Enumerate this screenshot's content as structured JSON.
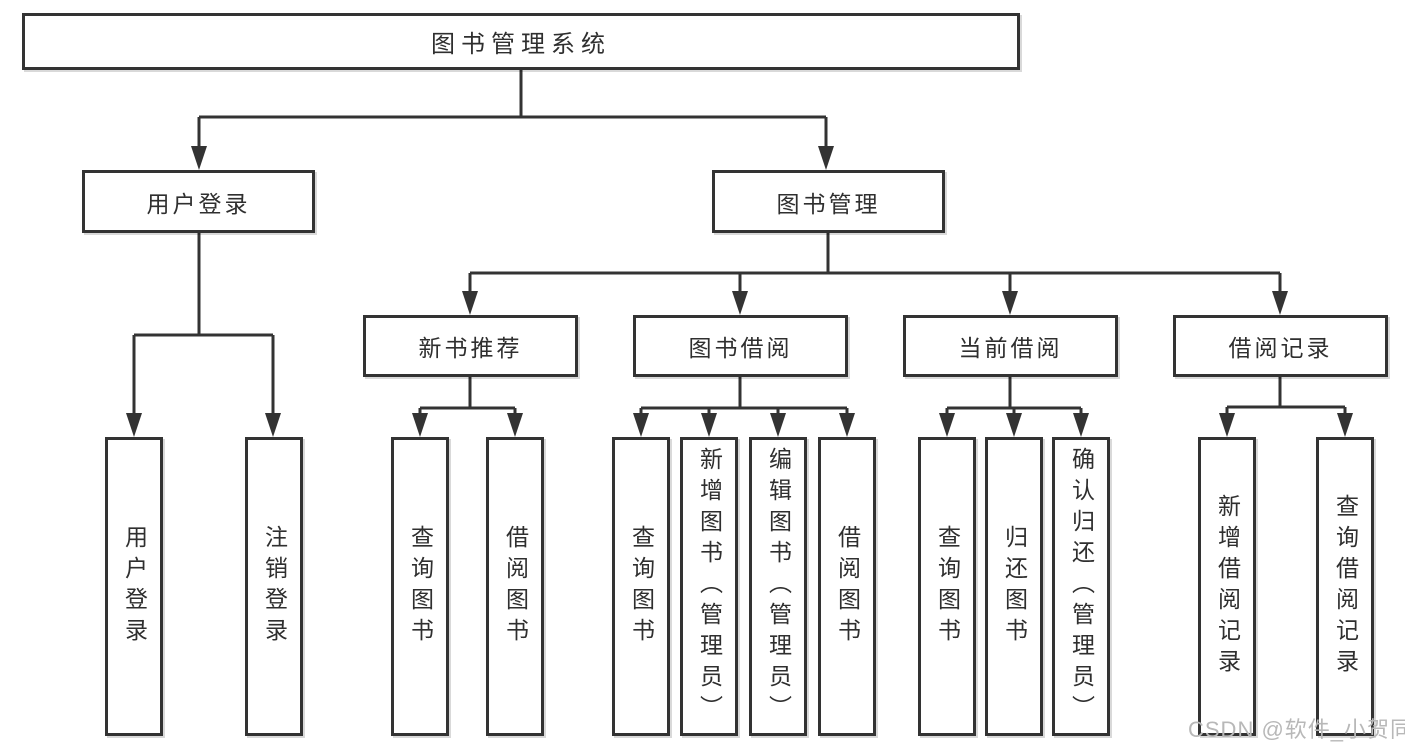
{
  "colors": {
    "line": "#333333",
    "text": "#2f2f2f",
    "box_background": "#ffffff",
    "watermark": "#b8b8b8"
  },
  "watermark": {
    "text": "CSDN @软件_小贺同学"
  },
  "diagram": {
    "type": "hierarchy-tree",
    "root": {
      "label": "图书管理系统"
    },
    "level2": [
      {
        "label": "用户登录"
      },
      {
        "label": "图书管理"
      }
    ],
    "level3": [
      {
        "label": "新书推荐",
        "parent": "图书管理"
      },
      {
        "label": "图书借阅",
        "parent": "图书管理"
      },
      {
        "label": "当前借阅",
        "parent": "图书管理"
      },
      {
        "label": "借阅记录",
        "parent": "图书管理"
      }
    ],
    "leaves": [
      {
        "label": "用户登录",
        "parent": "用户登录"
      },
      {
        "label": "注销登录",
        "parent": "用户登录"
      },
      {
        "label": "查询图书",
        "parent": "新书推荐"
      },
      {
        "label": "借阅图书",
        "parent": "新书推荐"
      },
      {
        "label": "查询图书",
        "parent": "图书借阅"
      },
      {
        "label": "新增图书（管理员）",
        "parent": "图书借阅"
      },
      {
        "label": "编辑图书（管理员）",
        "parent": "图书借阅"
      },
      {
        "label": "借阅图书",
        "parent": "图书借阅"
      },
      {
        "label": "查询图书",
        "parent": "当前借阅"
      },
      {
        "label": "归还图书",
        "parent": "当前借阅"
      },
      {
        "label": "确认归还（管理员）",
        "parent": "当前借阅"
      },
      {
        "label": "新增借阅记录",
        "parent": "借阅记录"
      },
      {
        "label": "查询借阅记录",
        "parent": "借阅记录"
      }
    ]
  }
}
